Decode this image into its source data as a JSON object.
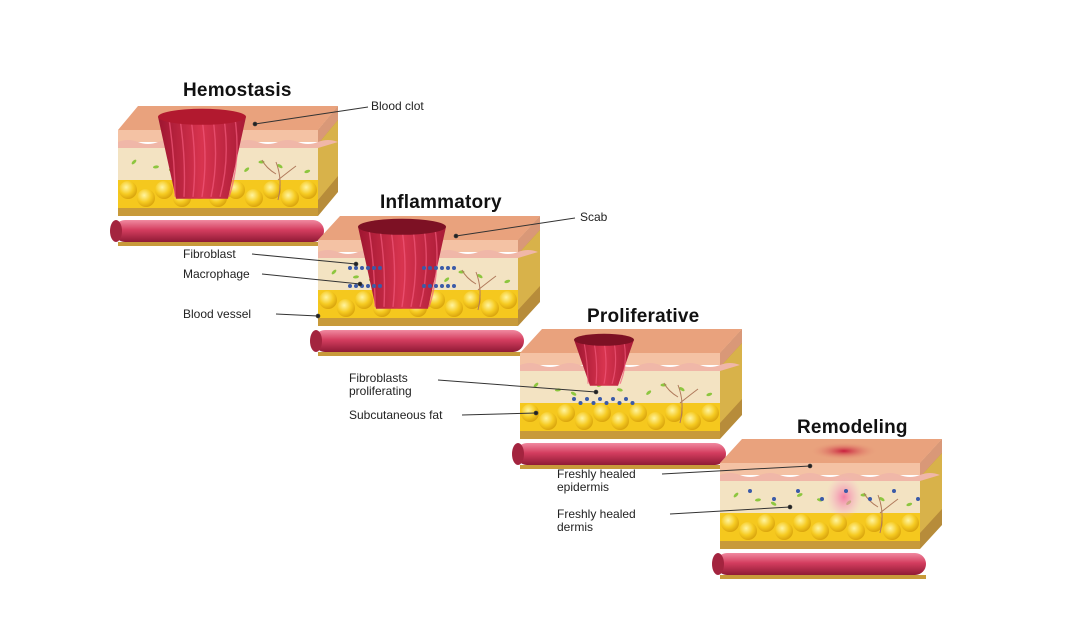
{
  "stages": [
    {
      "title": "Hemostasis"
    },
    {
      "title": "Inflammatory"
    },
    {
      "title": "Proliferative"
    },
    {
      "title": "Remodeling"
    }
  ],
  "labels": {
    "blood_clot": "Blood clot",
    "scab": "Scab",
    "fibroblast": "Fibroblast",
    "macrophage": "Macrophage",
    "blood_vessel": "Blood vessel",
    "fibroblasts_proliferating_1": "Fibroblasts",
    "fibroblasts_proliferating_2": "proliferating",
    "subcutaneous_fat": "Subcutaneous fat",
    "freshly_healed_epidermis_1": "Freshly healed",
    "freshly_healed_epidermis_2": "epidermis",
    "freshly_healed_dermis_1": "Freshly healed",
    "freshly_healed_dermis_2": "dermis"
  },
  "colors": {
    "skin_top": "#e9a27d",
    "skin_front_top": "#f4c2a4",
    "dermis": "#f3e3c2",
    "fat": "#f5c81e",
    "fat_shadow": "#d9a50c",
    "base": "#c89a3a",
    "vessel": "#d43d5f",
    "wound": "#c2203f",
    "wound_light": "#e34a68",
    "healed": "#f08cb0"
  }
}
